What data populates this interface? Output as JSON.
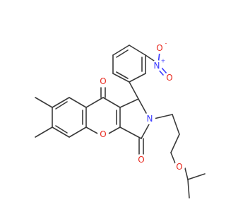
{
  "atoms": {
    "o_ketone": "O",
    "o_lactam": "O",
    "o_ring": "O",
    "o_ether": "O",
    "n_lactam": "N",
    "n_nitro": "N",
    "n_nitro_charge": "+",
    "o_nitro_top": "O",
    "o_nitro_top_charge": "-",
    "o_nitro_bottom": "O"
  },
  "colors": {
    "carbon": "#3a3a3a",
    "oxygen": "#e8281e",
    "nitrogen": "#3a3aff"
  }
}
